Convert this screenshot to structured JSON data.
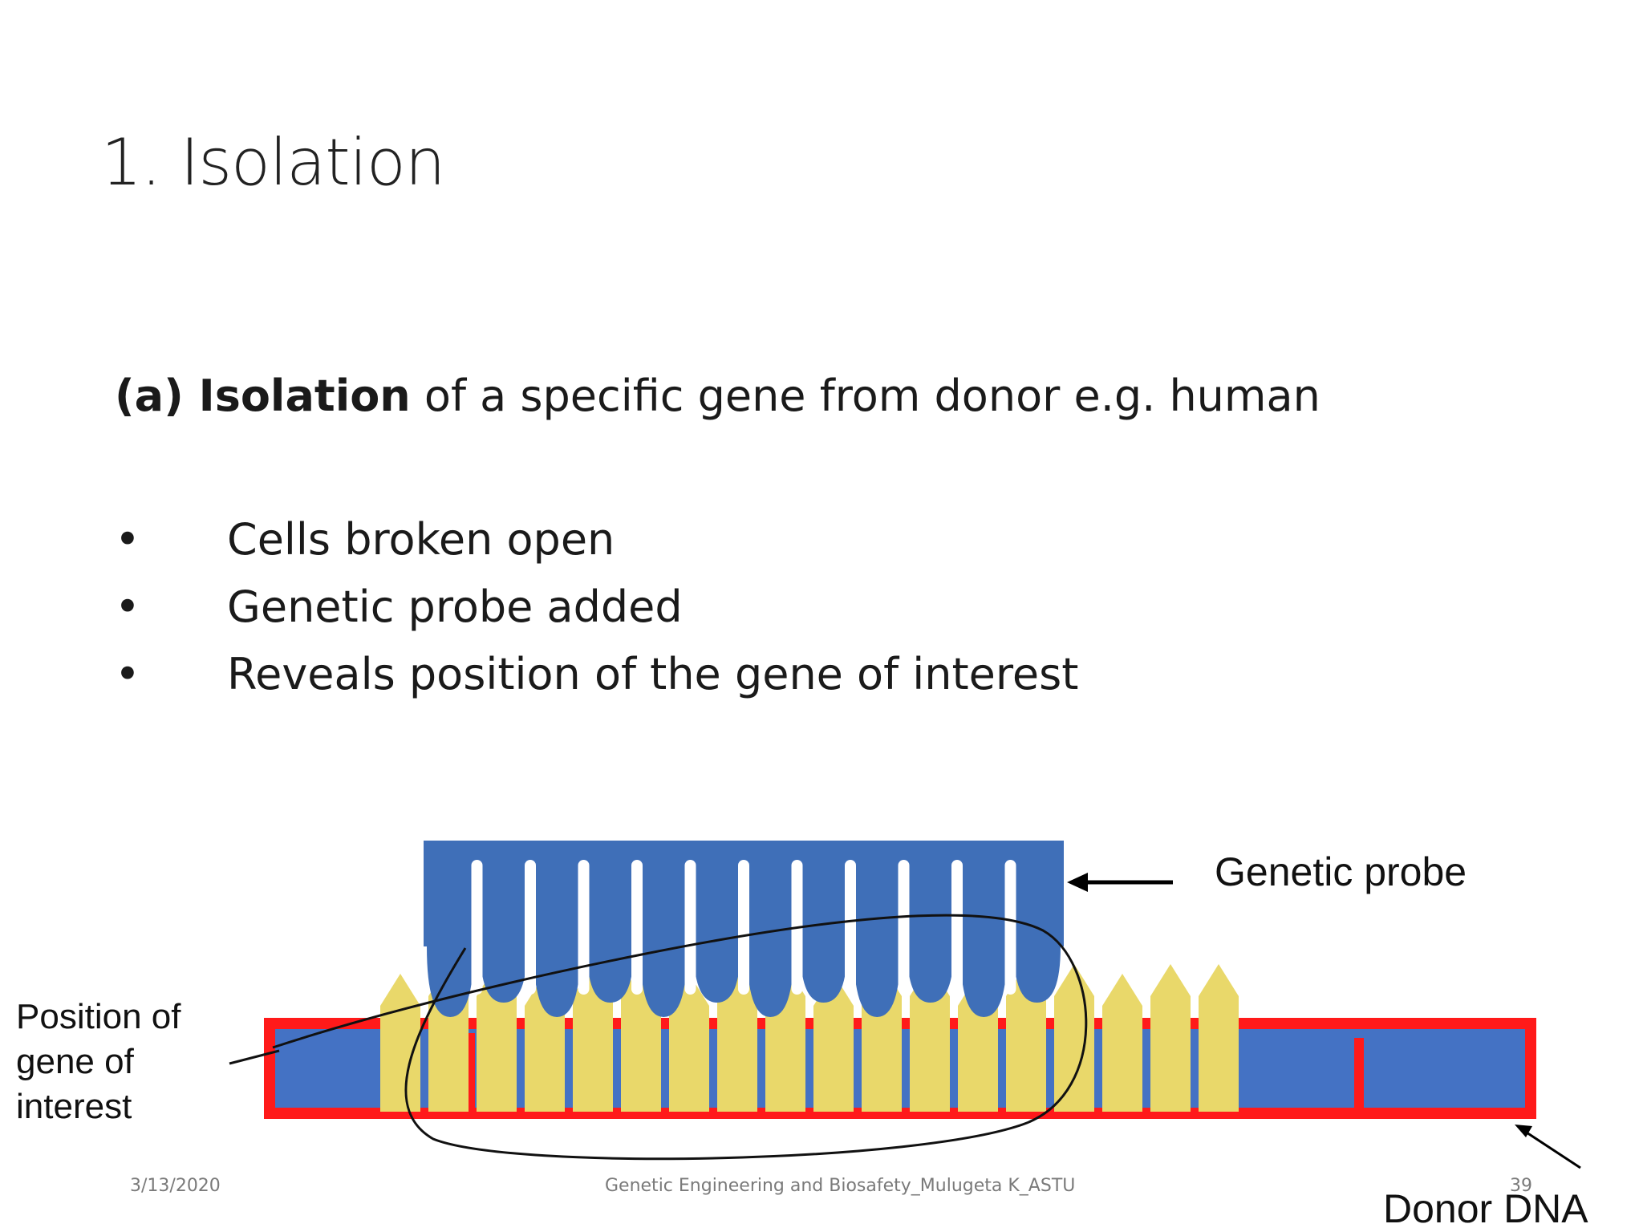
{
  "slide": {
    "title": "1. Isolation",
    "subtitle_bold": "(a) Isolation",
    "subtitle_rest": " of a specific gene from donor e.g. human",
    "bullets": [
      "Cells broken open",
      "Genetic probe added",
      "Reveals position of the gene of interest"
    ],
    "bullet_glyph": "•"
  },
  "diagram": {
    "label_probe": "Genetic probe",
    "label_position_lines": [
      "Position of",
      "gene of",
      "interest"
    ],
    "label_donor": "Donor DNA",
    "colors": {
      "probe_blue": "#3f6fb8",
      "dna_blue": "#4472c4",
      "dna_border_red": "#ff1a1a",
      "base_yellow": "#e9d86a",
      "outline": "#111111"
    }
  },
  "footer": {
    "date": "3/13/2020",
    "center": "Genetic Engineering and Biosafety_Mulugeta K_ASTU",
    "page": "39"
  }
}
